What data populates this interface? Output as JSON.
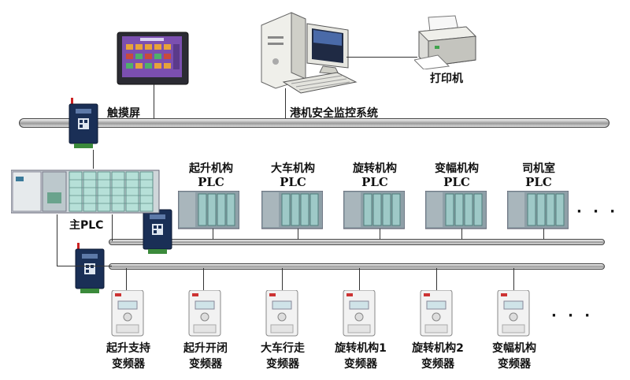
{
  "nodes": {
    "touch_screen": "触摸屏",
    "monitoring_system": "港机安全监控系统",
    "printer": "打印机",
    "main_plc": "主PLC",
    "plcs": [
      {
        "name": "起升机构",
        "type": "PLC"
      },
      {
        "name": "大车机构",
        "type": "PLC"
      },
      {
        "name": "旋转机构",
        "type": "PLC"
      },
      {
        "name": "变幅机构",
        "type": "PLC"
      },
      {
        "name": "司机室",
        "type": "PLC"
      }
    ],
    "inverters": [
      {
        "line1": "起升支持",
        "line2": "变频器"
      },
      {
        "line1": "起升开闭",
        "line2": "变频器"
      },
      {
        "line1": "大车行走",
        "line2": "变频器"
      },
      {
        "line1": "旋转机构1",
        "line2": "变频器"
      },
      {
        "line1": "旋转机构2",
        "line2": "变频器"
      },
      {
        "line1": "变幅机构",
        "line2": "变频器"
      }
    ],
    "ellipsis": "· · ·"
  },
  "colors": {
    "gateway": "#1a2f56",
    "plc_body": "#8fa0a8",
    "plc_module": "#9ec9c7",
    "screen_bg": "#7b4fb0",
    "bus_dark": "#9a9a9a"
  }
}
